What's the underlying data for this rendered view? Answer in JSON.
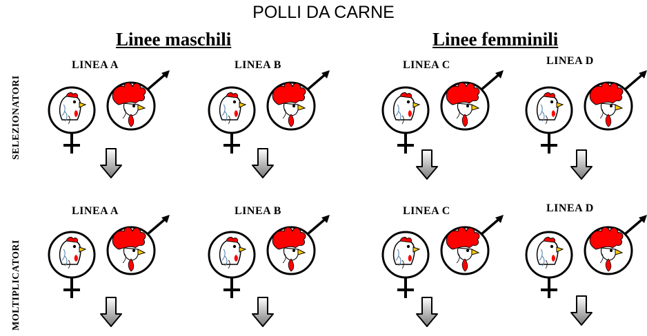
{
  "title": "POLLI DA CARNE",
  "groups": {
    "male": "Linee maschili",
    "female": "Linee femminili"
  },
  "levels": {
    "top": "SELEZIONATORI",
    "bottom": "MOLTIPLICATORI"
  },
  "row1": [
    "LINEA A",
    "LINEA B",
    "LINEA C",
    "LINEA D"
  ],
  "row2": [
    "LINEA A",
    "LINEA B",
    "LINEA C",
    "LINEA D"
  ],
  "icons": {
    "female": "female-symbol-hen-icon",
    "male": "male-symbol-rooster-icon",
    "arrow": "down-arrow-icon"
  },
  "colors": {
    "comb": "#ff0000",
    "beak": "#ffcc00",
    "outline": "#000000",
    "arrow": "#9a9a9a"
  }
}
